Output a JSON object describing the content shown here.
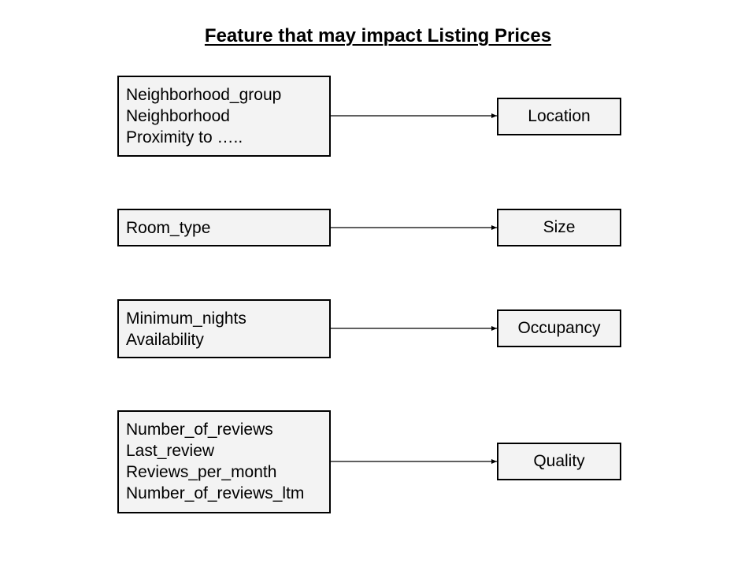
{
  "diagram": {
    "title": "Feature that may impact Listing Prices",
    "box_fill": "#f3f3f3",
    "line_color": "#000000",
    "groups": [
      {
        "features": [
          "Neighborhood_group",
          "Neighborhood",
          "Proximity to ….."
        ],
        "category": "Location"
      },
      {
        "features": [
          "Room_type"
        ],
        "category": "Size"
      },
      {
        "features": [
          "Minimum_nights",
          "Availability"
        ],
        "category": "Occupancy"
      },
      {
        "features": [
          "Number_of_reviews",
          "Last_review",
          "Reviews_per_month",
          "Number_of_reviews_ltm"
        ],
        "category": "Quality"
      }
    ]
  }
}
